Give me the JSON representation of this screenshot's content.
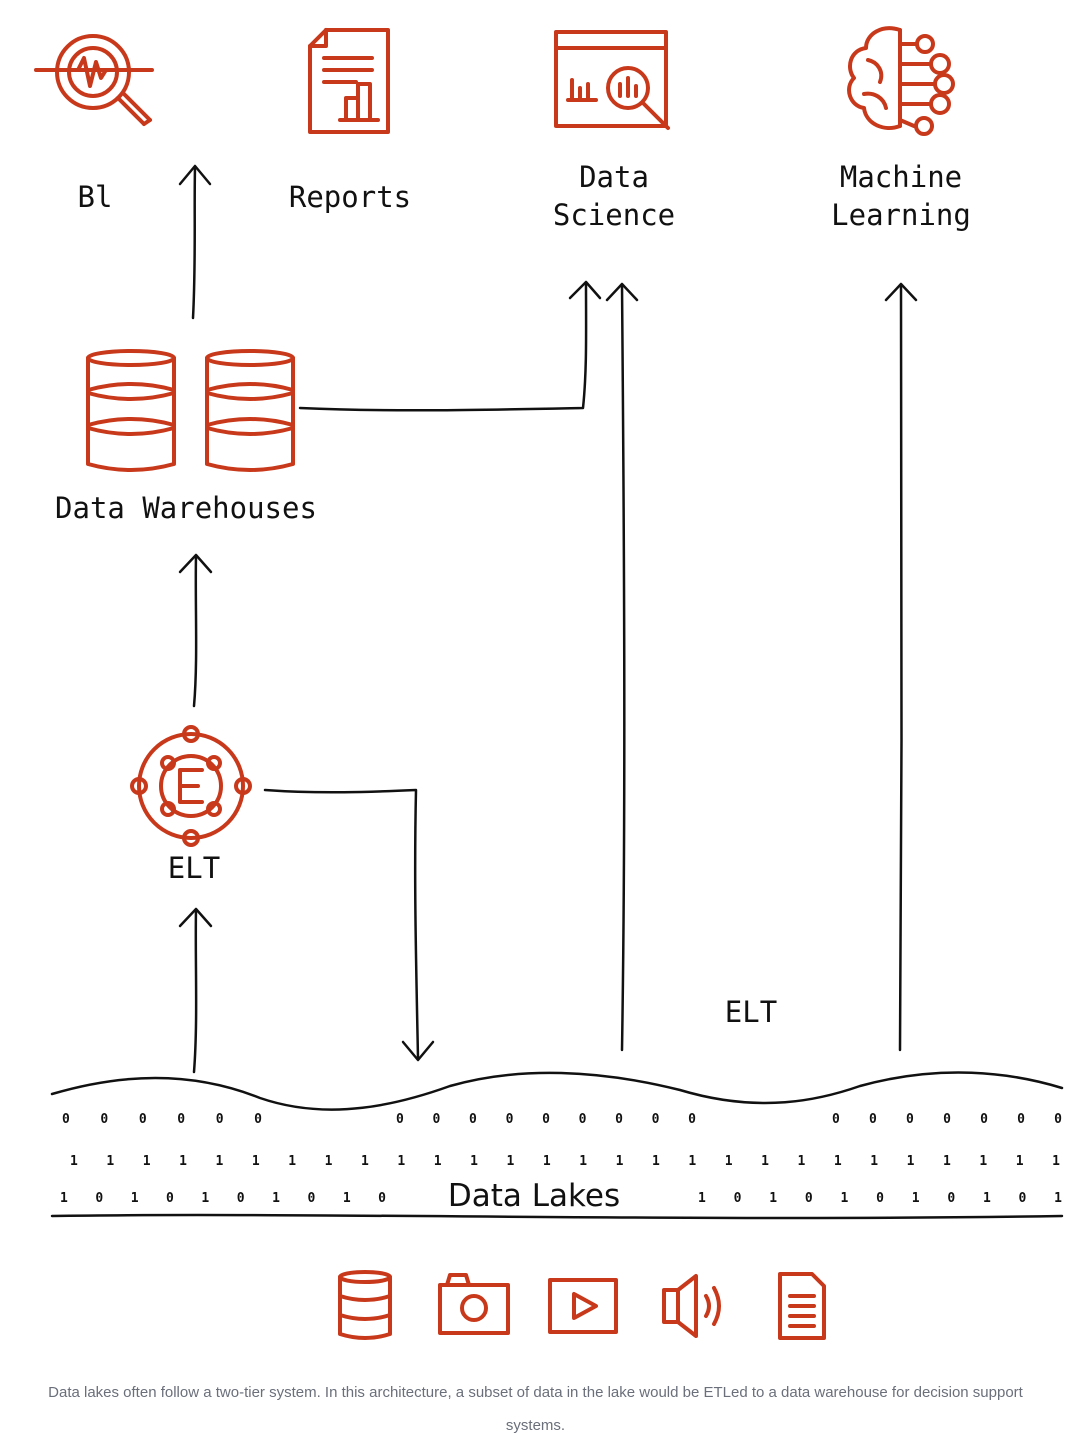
{
  "colors": {
    "accent": "#c8391b",
    "ink": "#111111",
    "caption": "#6a6f7a"
  },
  "consumers": {
    "bi": {
      "label": "Bl",
      "icon": "magnifier-pulse-icon"
    },
    "reports": {
      "label": "Reports",
      "icon": "report-chart-icon"
    },
    "data_science": {
      "line1": "Data",
      "line2": "Science",
      "icon": "dashboard-magnifier-icon"
    },
    "machine_learning": {
      "line1": "Machine",
      "line2": "Learning",
      "icon": "brain-circuit-icon"
    }
  },
  "warehouses": {
    "label": "Data Warehouses",
    "icon": "database-stack-icon"
  },
  "elt_node": {
    "label": "ELT",
    "icon": "elt-hub-icon"
  },
  "elt_direct": {
    "label": "ELT"
  },
  "lake": {
    "label": "Data Lakes",
    "row_zeros_a": "0  0  0  0  0  0",
    "row_zeros_b": "0  0  0  0  0  0  0  0  0",
    "row_zeros_c": "0  0  0  0  0  0  0",
    "row_ones": "1  1  1  1  1  1  1  1  1  1  1  1  1  1  1  1  1  1  1  1  1  1  1  1  1  1  1  1",
    "row_mix_left": "1  0  1  0  1  0  1  0  1  0",
    "row_mix_right": "1  0  1  0  1  0  1  0  1  0  1"
  },
  "sources": [
    "database-icon",
    "camera-icon",
    "video-play-icon",
    "speaker-icon",
    "document-icon"
  ],
  "caption": "Data lakes often follow a two-tier system. In this architecture, a subset of data in the lake would be ETLed to a data warehouse for decision support systems."
}
